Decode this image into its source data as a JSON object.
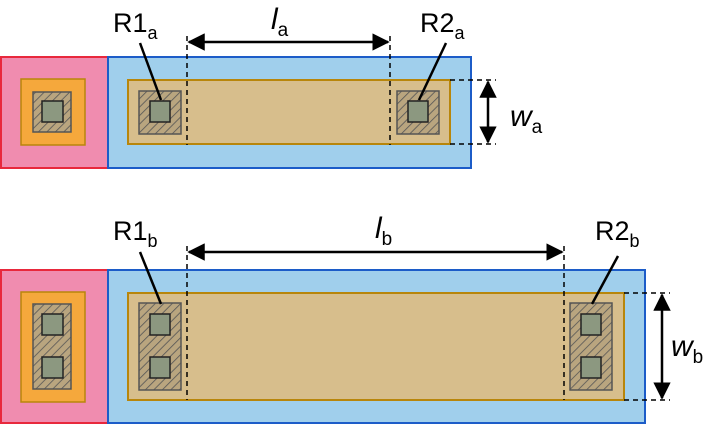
{
  "colors": {
    "well": "#f08caf",
    "well_border": "#e8283c",
    "active": "#a0cfec",
    "active_border": "#1c5cc8",
    "resistor_body": "#d7be8c",
    "resistor_border": "#b8860b",
    "tap_diffusion": "#f5a83c",
    "contact_square": "#8c9880",
    "hatch": "#555555",
    "dimension_line": "#000000"
  },
  "device_a": {
    "left_contact": {
      "main": "R1",
      "sub": "a"
    },
    "right_contact": {
      "main": "R2",
      "sub": "a"
    },
    "length": {
      "main": "l",
      "sub": "a"
    },
    "width": {
      "main": "w",
      "sub": "a"
    },
    "contacts_per_terminal": 1
  },
  "device_b": {
    "left_contact": {
      "main": "R1",
      "sub": "b"
    },
    "right_contact": {
      "main": "R2",
      "sub": "b"
    },
    "length": {
      "main": "l",
      "sub": "b"
    },
    "width": {
      "main": "w",
      "sub": "b"
    },
    "contacts_per_terminal": 2
  }
}
